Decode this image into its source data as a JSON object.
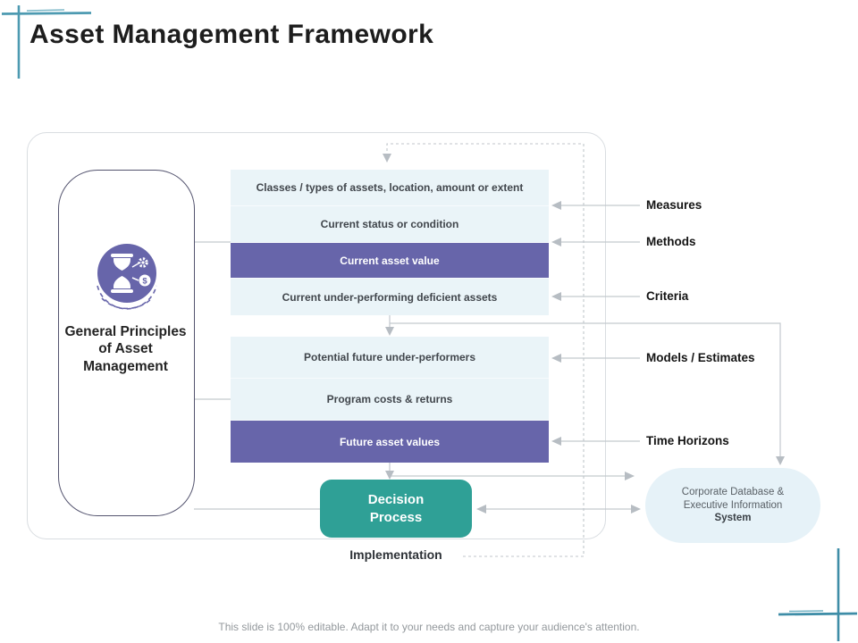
{
  "title": "Asset Management Framework",
  "left_panel": {
    "icon": "hourglass-process-icon",
    "label": "General Principles of Asset Management"
  },
  "stacks": {
    "upper": [
      {
        "label": "Classes / types of assets, location, amount or extent",
        "highlight": false
      },
      {
        "label": "Current status or condition",
        "highlight": false
      },
      {
        "label": "Current asset value",
        "highlight": true
      },
      {
        "label": "Current under-performing deficient assets",
        "highlight": false
      }
    ],
    "lower": [
      {
        "label": "Potential future under-performers",
        "highlight": false
      },
      {
        "label": "Program costs & returns",
        "highlight": false
      },
      {
        "label": "Future asset values",
        "highlight": true
      }
    ]
  },
  "right_labels": {
    "measures": "Measures",
    "methods": "Methods",
    "criteria": "Criteria",
    "models": "Models / Estimates",
    "time_horizons": "Time Horizons"
  },
  "decision_process": {
    "line1": "Decision",
    "line2": "Process"
  },
  "implementation_label": "Implementation",
  "database": {
    "line1": "Corporate Database &",
    "line2": "Executive Information",
    "line3": "System"
  },
  "footer": "This slide is 100% editable. Adapt it to your needs and capture your audience's attention.",
  "colors": {
    "accent_purple": "#6765aa",
    "accent_teal": "#2fa096",
    "row_bg": "#eaf4f8",
    "database_bg": "#e6f2f8",
    "cross_teal": "#4d9ab1",
    "connector_gray": "#c3c9ce"
  }
}
